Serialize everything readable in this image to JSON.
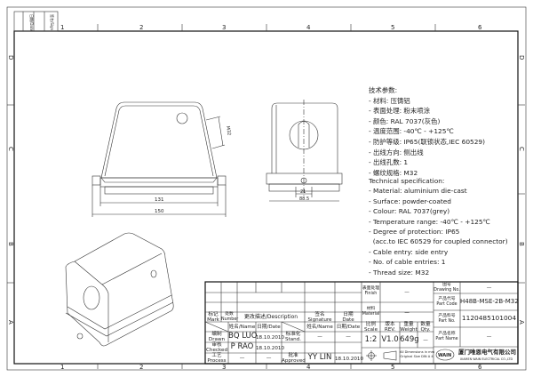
{
  "corner_labels": [
    "日期/Date",
    "签名/Sign"
  ],
  "grid": {
    "columns": [
      "1",
      "2",
      "3",
      "4",
      "5",
      "6"
    ],
    "rows": [
      "D",
      "C",
      "B",
      "A"
    ]
  },
  "dimensions": {
    "width_inner": "131",
    "width_outer": "150",
    "thread": "M32",
    "side_small": "21",
    "side_width": "88.5"
  },
  "specs_cn": {
    "title": "技术参数:",
    "items": [
      "- 材料: 压铸铝",
      "- 表面处理: 粉末喷涂",
      "- 颜色: RAL 7037(灰色)",
      "- 温度范围: -40℃ - +125℃",
      "- 防护等级: IP65(联锁状态,IEC 60529)",
      "- 出线方向: 侧出线",
      "- 出线孔数: 1",
      "- 螺纹规格: M32"
    ]
  },
  "specs_en": {
    "title": "Technical specification:",
    "items": [
      "- Material: aluminium die-cast",
      "- Surface: powder-coated",
      "- Colour: RAL 7037(grey)",
      "- Temperature range: -40℃ - +125℃",
      "- Degree of protection: IP65",
      "  (acc.to IEC 60529 for coupled connector)",
      "- Cable entry: side entry",
      "- No. of cable entries: 1",
      "- Thread size: M32"
    ]
  },
  "title_block": {
    "mark": "标记\nMark",
    "number": "处数\nNumber",
    "description": "更改描述/Description",
    "signature": "签名\nSignature",
    "date": "日期\nDate",
    "name_h": "姓名/Name",
    "date_h": "日期/Date",
    "name_h2": "姓名/Name",
    "date_h2": "日期/Date",
    "drawn": "编制\nDrawn",
    "checked": "审核\nChecked",
    "process": "工艺\nProcess",
    "stand": "标准化\nStand.",
    "approved": "批准\nApproved",
    "drawn_name": "BQ  LUO",
    "drawn_date": "18.10.2010",
    "checked_name": "P  RAO",
    "checked_date": "18.10.2010",
    "process_name": "—",
    "process_date": "—",
    "stand_name": "—",
    "stand_date": "—",
    "approved_name": "YY  LIN",
    "approved_date": "18.10.2010",
    "finish": "表面处理\nFinish",
    "finish_val": "—",
    "material": "材料\nMaterial",
    "material_val": "—",
    "scale": "比例\nScale",
    "rev": "版本\nREV.",
    "weight": "重量\nWeight",
    "qty": "数量\nQty.",
    "scale_val": "1:2",
    "rev_val": "V1.0",
    "weight_val": "649g",
    "qty_val": "—",
    "dims_note": "All Dimensions in mm\nOriginal Size DIN A 4",
    "drawing_no": "图号\nDrawing No.",
    "drawing_no_val": "—",
    "part_code": "产品代号\nPart Code",
    "part_code_val": "H48B-MSE-2B-M32",
    "part_no": "产品料号\nPart No.",
    "part_no_val": "1120485101004",
    "part_name": "产品名称\nPart Name",
    "part_name_val": "—",
    "logo": "WAIN",
    "company_cn": "厦门唯恩电气有限公司",
    "company_en": "XIAMEN WAIN ELECTRICAL CO.,LTD"
  }
}
